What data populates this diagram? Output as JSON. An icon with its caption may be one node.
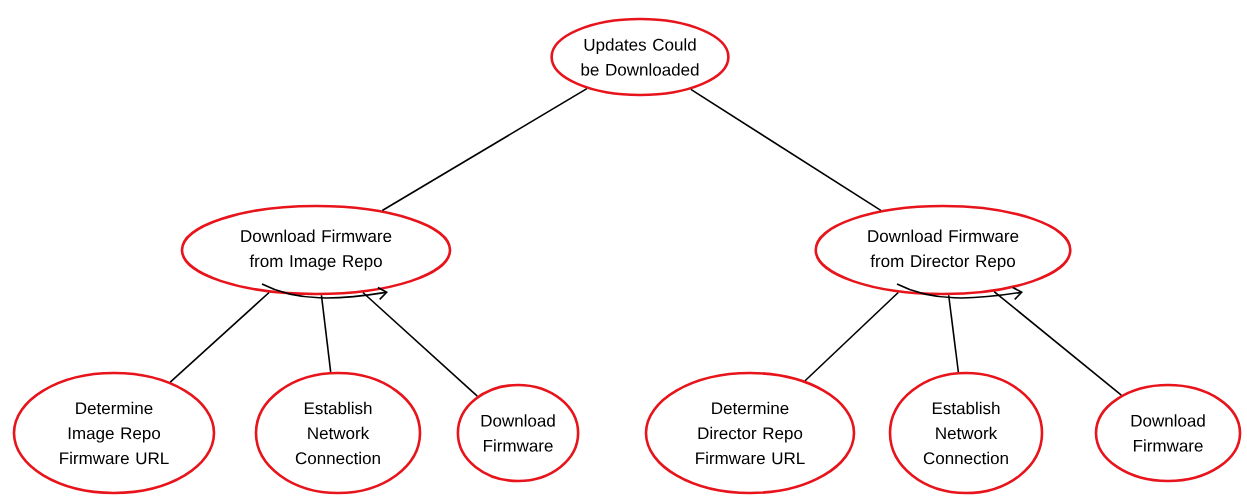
{
  "diagram": {
    "nodes": [
      {
        "text": [
          "Updates Could be Downloaded"
        ]
      },
      {
        "text": [
          "Download Firmware from Image Repo"
        ]
      },
      {
        "text": [
          "Download Firmware from Director Repo"
        ]
      },
      {
        "text": [
          "Determine Image Repo Firmware URL"
        ]
      },
      {
        "text": [
          "Establish Network Connection"
        ]
      },
      {
        "text": [
          "Download Firmware"
        ]
      },
      {
        "text": [
          "Determine Director Repo Firmware URL"
        ]
      },
      {
        "text": [
          "Establish Network Connection"
        ]
      },
      {
        "text": [
          "Download Firmware"
        ]
      }
    ],
    "edges": [
      {
        "from": 0,
        "to": 1,
        "arrow": "none"
      },
      {
        "from": 0,
        "to": 2,
        "arrow": "none"
      },
      {
        "from": 1,
        "to": 3,
        "arrow": "none"
      },
      {
        "from": 1,
        "to": 4,
        "arrow": "none"
      },
      {
        "from": 1,
        "to": 5,
        "arrow": "none"
      },
      {
        "from": 2,
        "to": 6,
        "arrow": "none"
      },
      {
        "from": 2,
        "to": 7,
        "arrow": "none"
      },
      {
        "from": 2,
        "to": 8,
        "arrow": "none"
      }
    ]
  }
}
